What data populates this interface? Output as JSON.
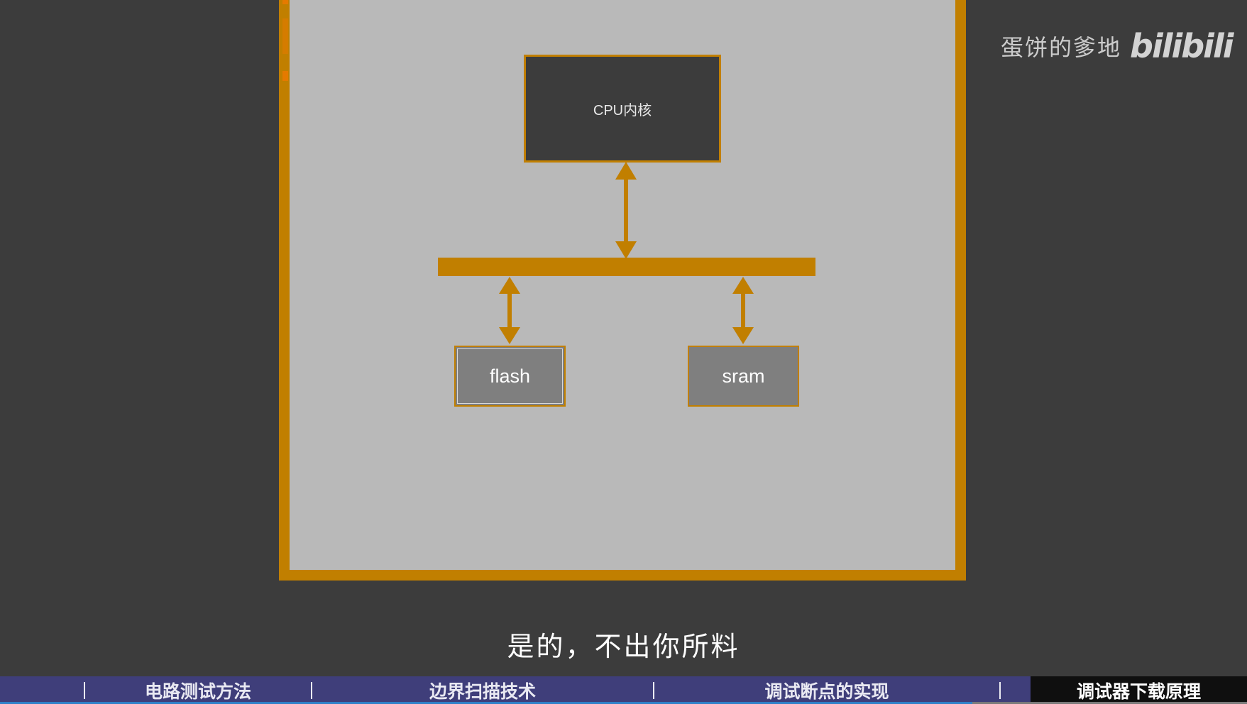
{
  "diagram": {
    "cpu_label": "CPU内核",
    "flash_label": "flash",
    "sram_label": "sram"
  },
  "watermark": {
    "channel_name": "蛋饼的爹地",
    "logo_text": "bilibili"
  },
  "subtitle": "是的，不出你所料",
  "chapters": [
    {
      "label": "电路测试方法",
      "active": false
    },
    {
      "label": "边界扫描技术",
      "active": false
    },
    {
      "label": "调试断点的实现",
      "active": false
    },
    {
      "label": "调试器下载原理",
      "active": true
    }
  ],
  "playback": {
    "progress": 0.78
  },
  "colors": {
    "accent_orange": "#c17f00",
    "chapter_bar": "#3f3e7a",
    "active_chapter": "#0f0f0f",
    "background": "#3c3c3c"
  }
}
